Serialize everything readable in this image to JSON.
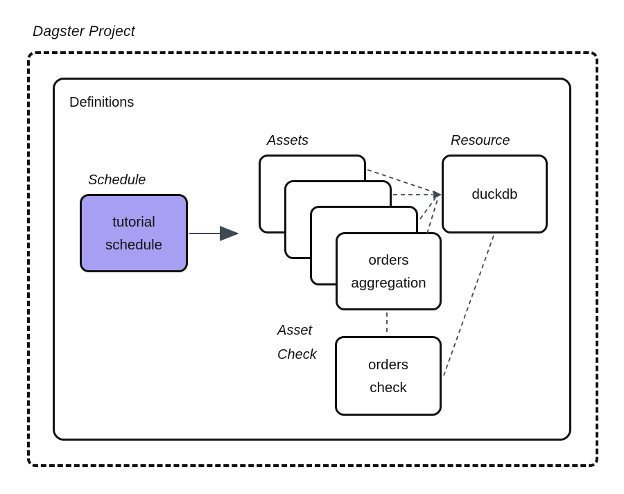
{
  "diagram": {
    "title": "Dagster Project",
    "definitions_label": "Definitions",
    "schedule": {
      "label": "Schedule",
      "node": "tutorial\nschedule"
    },
    "assets": {
      "label": "Assets",
      "stack_count": 4,
      "front_node": "orders\naggregation"
    },
    "resource": {
      "label": "Resource",
      "node": "duckdb"
    },
    "asset_check": {
      "label": "Asset\nCheck",
      "node": "orders\ncheck"
    },
    "colors": {
      "schedule_fill": "#a7a0f2",
      "box_border": "#111111",
      "connector": "#414855"
    }
  }
}
